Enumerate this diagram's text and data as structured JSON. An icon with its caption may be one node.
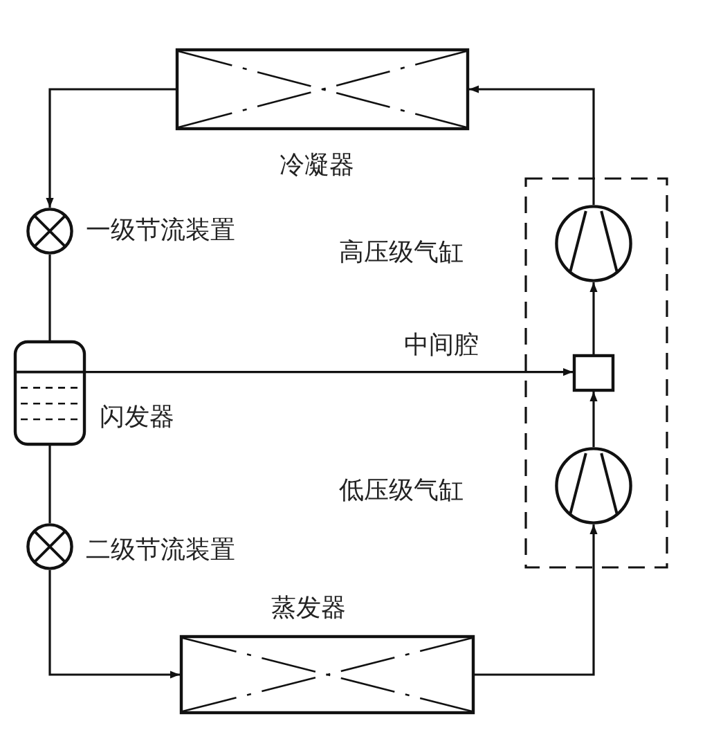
{
  "diagram": {
    "nodes": [
      {
        "text": [],
        "shape": "box",
        "beside": [
          "冷凝器"
        ]
      },
      {
        "text": [],
        "shape": "circle",
        "beside": [
          "一级节流装置"
        ]
      },
      {
        "text": [],
        "shape": "box"
      },
      {
        "text": [],
        "shape": "circle",
        "in": 2,
        "beside": [
          "高压级气缸"
        ]
      },
      {
        "text": [],
        "shape": "box",
        "in": 2,
        "beside": [
          "中间腔"
        ]
      },
      {
        "text": [],
        "shape": "cylinder",
        "beside": [
          "闪发器"
        ]
      },
      {
        "text": [],
        "shape": "circle",
        "in": 2,
        "beside": [
          "低压级气缸"
        ]
      },
      {
        "text": [],
        "shape": "circle",
        "beside": [
          "二级节流装置"
        ]
      },
      {
        "text": [],
        "shape": "box",
        "beside": [
          "蒸发器"
        ]
      }
    ],
    "edges": [
      {
        "from": 3,
        "to": 0,
        "arrow": "to"
      },
      {
        "from": 0,
        "to": 1,
        "arrow": "to"
      },
      {
        "from": 1,
        "to": 5,
        "arrow": "none"
      },
      {
        "from": 5,
        "to": 4,
        "arrow": "to"
      },
      {
        "from": 5,
        "to": 7,
        "arrow": "none"
      },
      {
        "from": 7,
        "to": 8,
        "arrow": "to"
      },
      {
        "from": 8,
        "to": 6,
        "arrow": "to"
      },
      {
        "from": 6,
        "to": 4,
        "arrow": "to"
      },
      {
        "from": 4,
        "to": 3,
        "arrow": "to"
      }
    ]
  }
}
